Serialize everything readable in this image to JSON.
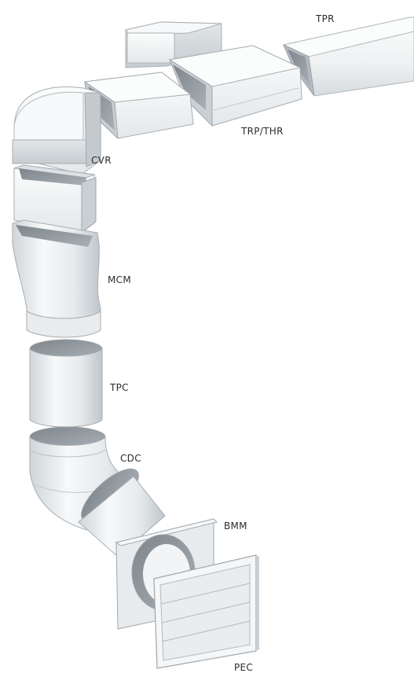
{
  "labels": {
    "tpr": "TPR",
    "trp_thr": "TRP/THR",
    "cvr": "CVR",
    "mcm": "MCM",
    "tpc": "TPC",
    "cdc": "CDC",
    "bmm": "BMM",
    "pec": "PEC"
  },
  "colors": {
    "duct_light": "#f3f5f6",
    "duct_mid": "#dfe3e6",
    "duct_shadow": "#b9bfc4",
    "duct_inner": "#8f969c",
    "outline": "#a7adb2",
    "label_text": "#2b2b2b"
  }
}
